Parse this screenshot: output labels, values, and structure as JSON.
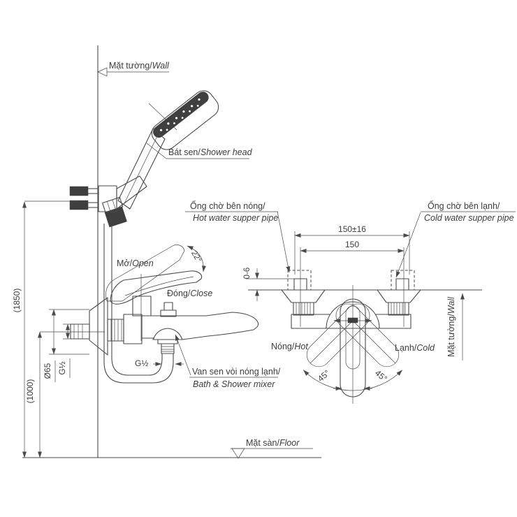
{
  "colors": {
    "line": "#4a4a4a",
    "text": "#3d3d3d",
    "background": "#ffffff"
  },
  "labels": {
    "wall_top": {
      "vi": "Mặt tường/",
      "en": "Wall"
    },
    "shower_head": {
      "vi": "Bát sen/",
      "en": "Shower head"
    },
    "open": {
      "vi": "Mở/",
      "en": "Open"
    },
    "close": {
      "vi": "Đóng/",
      "en": "Close"
    },
    "hot_supply": {
      "vi": "Ống chờ bên nóng/",
      "en": "Hot water supper pipe"
    },
    "cold_supply": {
      "vi": "Ống chờ bên lạnh/",
      "en": "Cold water supper pipe"
    },
    "hot": {
      "vi": "Nóng/",
      "en": "Hot"
    },
    "cold": {
      "vi": "Lạnh/",
      "en": "Cold"
    },
    "wall_right": {
      "vi": "Mặt tường/",
      "en": "Wall"
    },
    "mixer": {
      "vi": "Van sen vòi nóng lạnh/",
      "en": "Bath & Shower mixer"
    },
    "floor": {
      "vi": "Mặt sàn/",
      "en": "Floor"
    }
  },
  "dimensions": {
    "center_distance_tolerance": "150±16",
    "center_distance": "150",
    "pipe_protrusion": "0-6",
    "shower_height": "(1850)",
    "mixer_height": "(1000)",
    "escutcheon_diameter": "Ø65",
    "inlet_thread": "G½",
    "outlet_thread": "G½",
    "handle_open_angle": "22°",
    "handle_swing_left": "45°",
    "handle_swing_right": "45°"
  }
}
